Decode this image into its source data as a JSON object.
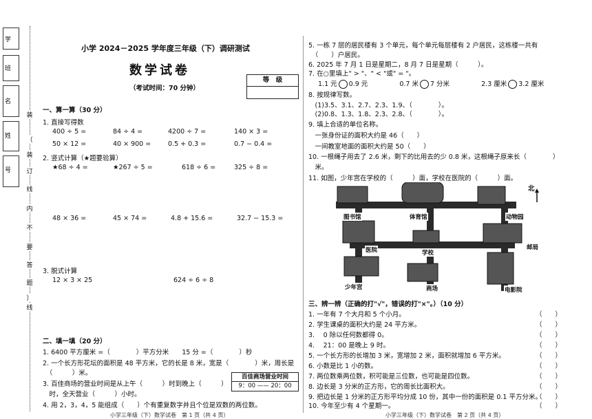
{
  "side": {
    "boxes": [
      "学",
      "班",
      "名",
      "姓",
      "号"
    ],
    "binding_chars": [
      "装",
      "（",
      "装",
      "订",
      "线",
      "内",
      "不",
      "要",
      "答",
      "题",
      "）",
      "线"
    ]
  },
  "header": {
    "exam_title": "小学 2024－2025 学年度三年级（下）调研测试",
    "subject_title": "数学试卷",
    "time_note": "（考试时间：70 分钟）",
    "grade_label": "等　级"
  },
  "section1": {
    "title": "一、算一算（30 分）",
    "q1_title": "1. 直接写得数",
    "q1_rows": [
      [
        "400 ÷ 5 =",
        "84 ÷ 4 =",
        "4200 ÷ 7 =",
        "140 × 3 ="
      ],
      [
        "50 × 12 =",
        "40 × 900 =",
        "0.5 + 0.3 =",
        "0.7 − 0.4 ="
      ]
    ],
    "q2_title": "2. 竖式计算（★题要验算）",
    "q2_row1": [
      "★68 ÷ 4 =",
      "★267 ÷ 5 =",
      "618 ÷ 6 =",
      "325 ÷ 8 ="
    ],
    "q2_row2": [
      "48 × 36 =",
      "45 × 74 =",
      "4.8 + 15.6 =",
      "32.7 − 15.3 ="
    ],
    "q3_title": "3. 脱式计算",
    "q3_items": [
      "12 × 3 × 25",
      "624 ÷ 6 ÷ 8"
    ]
  },
  "section2": {
    "title": "二、填一填（20 分）",
    "items": [
      "1.  6400 平方厘米 =（　　　　）平方分米　　15 分 =（　　　　）秒",
      "2. 一个长方形花坛的面积是 48 平方米，它的长是 8 米，宽是（　　　　）米，周长是",
      "　（　　　）米。",
      "3.  百佳商场的营业时间是从上午（　　　）时到晚上（　　　）",
      "　时，全天营业（　　　）小时。",
      "4. 用 2，3，4，5 能组成（　　）个有重复数字并且个位是双数的两位数。"
    ],
    "hours_title": "百佳商场营业时间",
    "hours_value": "9：00 —— 20：00"
  },
  "right": {
    "items": [
      "5. 一栋 7 层的居民楼有 3 个单元，每个单元每层楼有 2 户居民，这栋楼一共有",
      "　（　　）户居民。",
      "6. 2025 年 7 月 1 日是星期二，8 月 7 日是星期（　　　）。",
      "7. 在○里填上\" > \"、\" < \"或\" = \"。",
      "8. 按规律写数。",
      "　(1)3.5、3.1、2.7、2.3、1.9、（　　　　）。",
      "　(2)0.8、1.3、1.8、2.3、2.8、（　　　　）。",
      "9. 填上合适的单位名称。",
      "　一张身份证的面积大约是 46（　　）",
      "　一间教室地面的面积大约是 50（　　）",
      "10. 一根绳子用去了 2.6 米，剩下的比用去的少 0.8 米，这根绳子原来长（　　　　）",
      "　米。",
      "11. 如图，少年宫在学校的（　　　）面，学校在医院的（　　　）面。"
    ],
    "compare": [
      "1.1 元",
      "0.9 元",
      "0.7 米",
      "7 分米",
      "2.3 厘米",
      "3.2 厘米"
    ],
    "map_labels": [
      "图书馆",
      "体育馆",
      "动物园",
      "医院",
      "学校",
      "邮局",
      "少年宫",
      "商场",
      "电影院"
    ],
    "north": "北",
    "section3_title": "三、辨一辨（正确的打\"√\"，错误的打\"×\"。）（10 分）",
    "section3_items": [
      "1. 一年有 7 个大月和 5 个小月。",
      "2. 学生课桌的面积大约是 24 平方米。",
      "3. 　0 除以任何数都得 0。",
      "4. 　21：00 是晚上 9 时。",
      "5. 一个长方形的长增加 3 米，宽增加 2 米，面积就增加 6 平方米。",
      "6. 小数是比 1 小的数。",
      "7. 两位数乘两位数，积可能是三位数，也可能是四位数。",
      "8. 边长是 3 分米的正方形，它的周长比面积大。",
      "9. 把边长是 1 分米的正方形平均分成 10 份，其中一份的面积是 0.1 平方分米。",
      "10. 今年至少有 4 个星期一。"
    ],
    "answer_paren": "（　　）"
  },
  "footer": {
    "left": "小学三年级（下）数学试卷　第 1 页（共 4 页）",
    "right": "小学三年级（下）数学试卷　第 2 页（共 4 页）"
  }
}
